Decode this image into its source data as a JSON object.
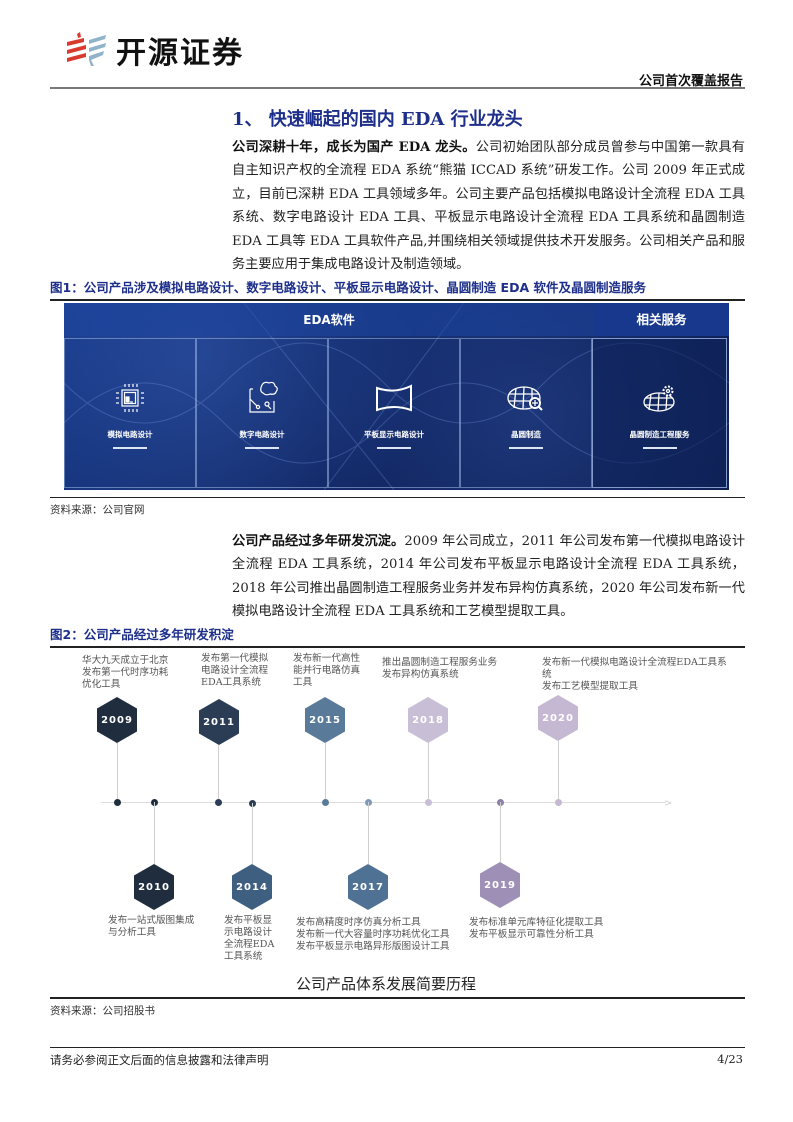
{
  "header": {
    "brand": "开源证券",
    "report_type": "公司首次覆盖报告",
    "logo_colors": {
      "red": "#d83a2e",
      "blue": "#8fb3c9"
    }
  },
  "section": {
    "title": "1、 快速崛起的国内 EDA 行业龙头"
  },
  "paragraph1": {
    "lead": "公司深耕十年，成长为国产 EDA 龙头。",
    "body": "公司初始团队部分成员曾参与中国第一款具有自主知识产权的全流程 EDA 系统“熊猫 ICCAD 系统”研发工作。公司 2009 年正式成立，目前已深耕 EDA 工具领域多年。公司主要产品包括模拟电路设计全流程 EDA 工具系统、数字电路设计 EDA 工具、平板显示电路设计全流程 EDA 工具系统和晶圆制造 EDA 工具等 EDA 工具软件产品,并围绕相关领域提供技术开发服务。公司相关产品和服务主要应用于集成电路设计及制造领域。"
  },
  "figure1": {
    "title": "图1：公司产品涉及模拟电路设计、数字电路设计、平板显示电路设计、晶圆制造 EDA 软件及晶圆制造服务",
    "eda_header": "EDA软件",
    "service_header": "相关服务",
    "items": [
      {
        "label": "模拟电路设计",
        "icon": "chip-icon"
      },
      {
        "label": "数字电路设计",
        "icon": "brain-circuit-icon"
      },
      {
        "label": "平板显示电路设计",
        "icon": "curved-panel-icon"
      },
      {
        "label": "晶圆制造",
        "icon": "wafer-magnifier-icon"
      },
      {
        "label": "晶圆制造工程服务",
        "icon": "wafer-gear-icon"
      }
    ],
    "source": "资料来源：公司官网"
  },
  "paragraph2": {
    "lead": "公司产品经过多年研发沉淀。",
    "body": "2009 年公司成立，2011 年公司发布第一代模拟电路设计全流程 EDA 工具系统，2014 年公司发布平板显示电路设计全流程 EDA 工具系统，2018 年公司推出晶圆制造工程服务业务并发布异构仿真系统，2020 年公司发布新一代模拟电路设计全流程 EDA 工具系统和工艺模型提取工具。"
  },
  "figure2": {
    "title": "图2：公司产品经过多年研发积淀",
    "caption": "公司产品体系发展简要历程",
    "source": "资料来源：公司招股书",
    "events_top": [
      {
        "year": "2009",
        "text": "华大九天成立于北京\n发布第一代时序功耗\n优化工具",
        "color": "#1f2d3f"
      },
      {
        "year": "2011",
        "text": "发布第一代模拟\n电路设计全流程\nEDA工具系统",
        "color": "#2a3d55"
      },
      {
        "year": "2015",
        "text": "发布新一代高性\n能并行电路仿真\n工具",
        "color": "#5a7a9a"
      },
      {
        "year": "2018",
        "text": "推出晶圆制造工程服务业务\n发布异构仿真系统",
        "color": "#c8bed6"
      },
      {
        "year": "2020",
        "text": "发布新一代模拟电路设计全流程EDA工具系统\n发布工艺模型提取工具",
        "color": "#c4b8d2"
      }
    ],
    "events_bottom": [
      {
        "year": "2010",
        "text": "发布一站式版图集成\n与分析工具",
        "color": "#1f2d3f"
      },
      {
        "year": "2014",
        "text": "发布平板显\n示电路设计\n全流程EDA\n工具系统",
        "color": "#3f5f80"
      },
      {
        "year": "2017",
        "text": "发布高精度时序仿真分析工具\n发布新一代大容量时序功耗优化工具\n发布平板显示电路异形版图设计工具",
        "color": "#4f7194"
      },
      {
        "year": "2019",
        "text": "发布标准单元库特征化提取工具\n发布平板显示可靠性分析工具",
        "color": "#9d8fb5"
      }
    ]
  },
  "footer": {
    "disclaimer": "请务必参阅正文后面的信息披露和法律声明",
    "page": "4/23"
  }
}
